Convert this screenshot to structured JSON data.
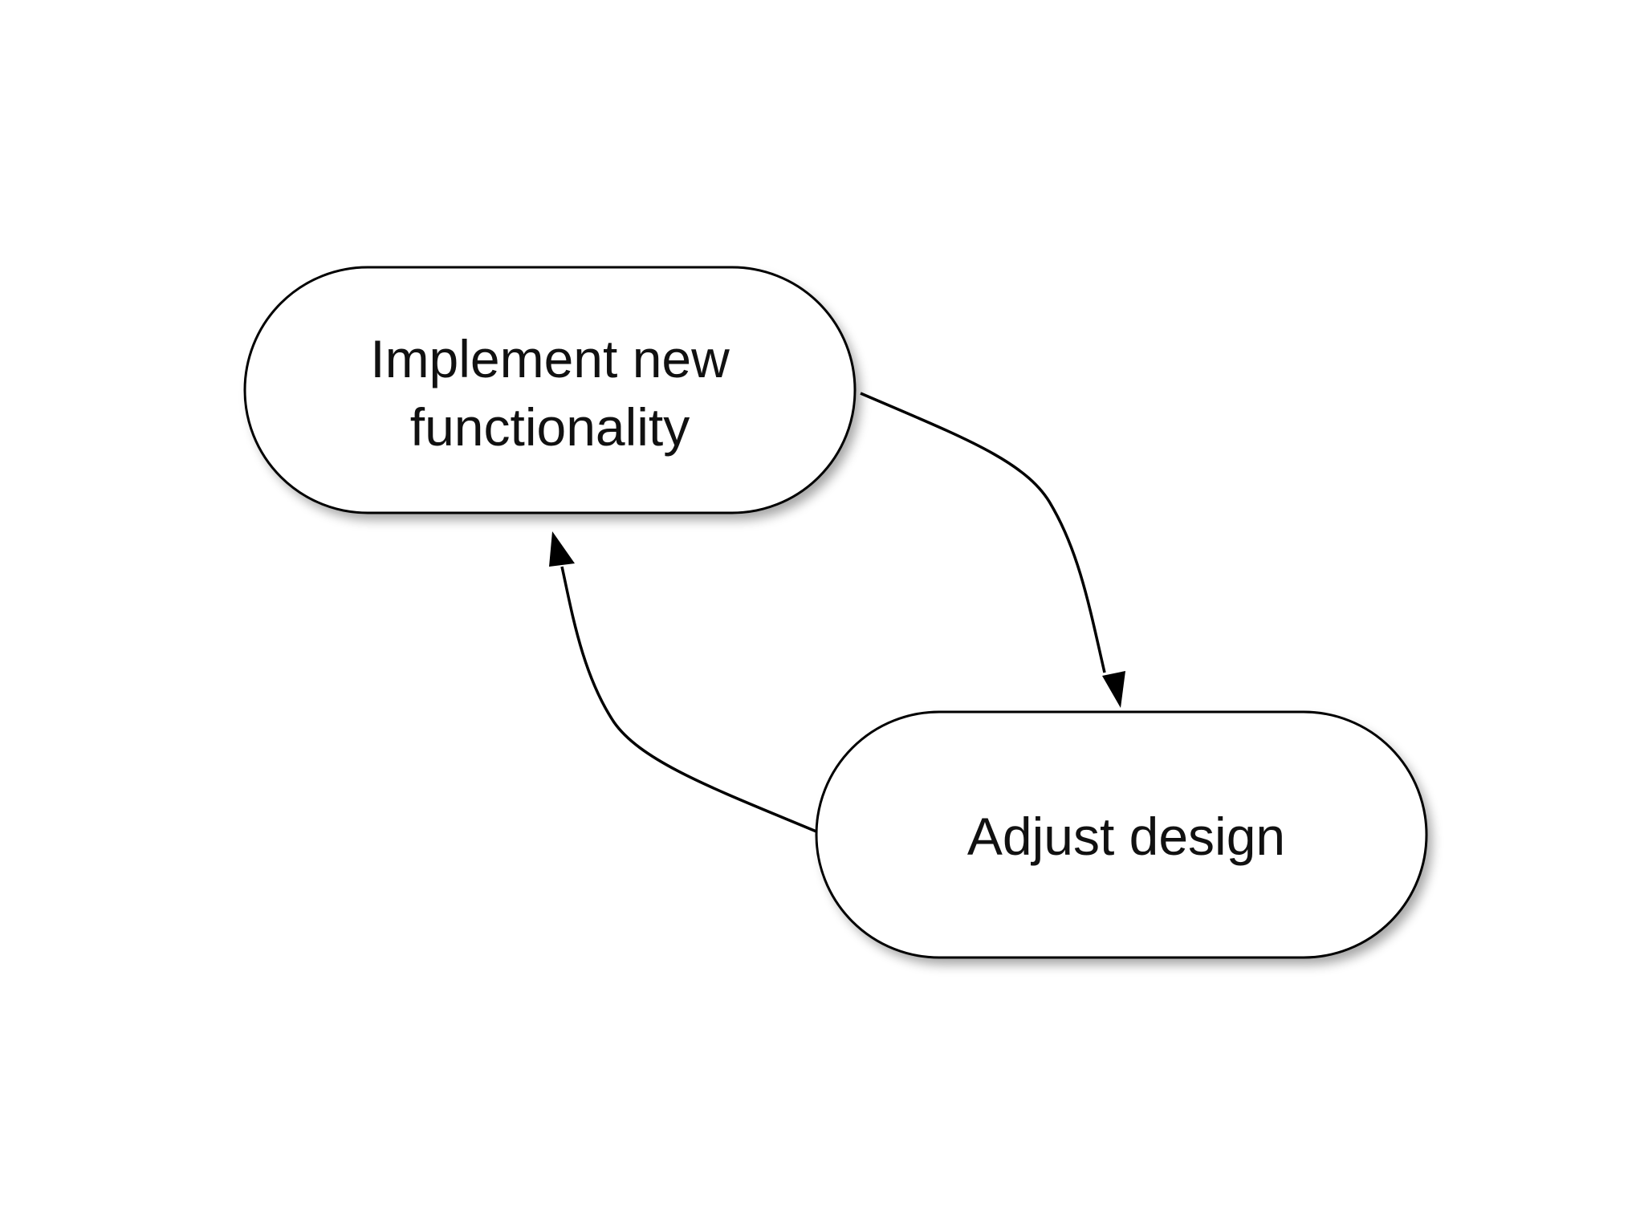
{
  "diagram": {
    "nodes": [
      {
        "id": "implement",
        "label_lines": [
          "Implement new",
          "functionality"
        ]
      },
      {
        "id": "adjust",
        "label_lines": [
          "Adjust design"
        ]
      }
    ],
    "edges": [
      {
        "from": "implement",
        "to": "adjust"
      },
      {
        "from": "adjust",
        "to": "implement"
      }
    ],
    "colors": {
      "background": "#ffffff",
      "node_fill": "#ffffff",
      "stroke": "#000000",
      "text": "#111111"
    }
  }
}
